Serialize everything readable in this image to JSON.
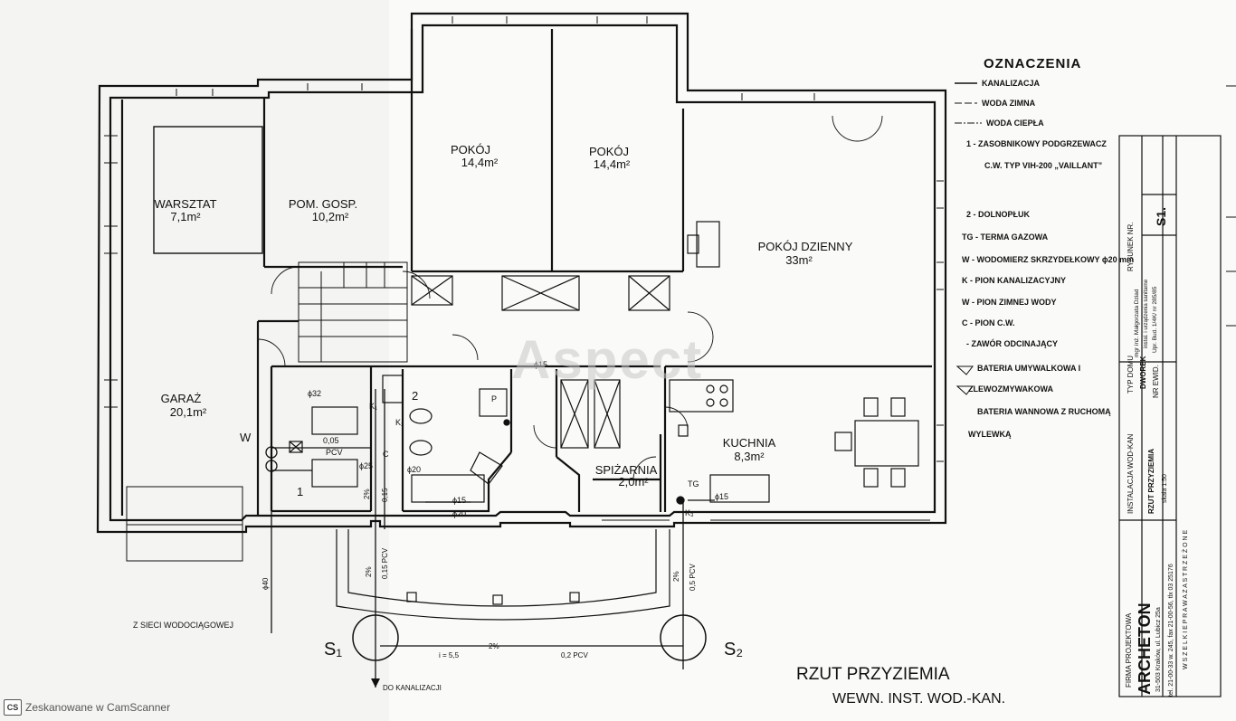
{
  "rooms": [
    {
      "id": "warsztat",
      "name": "WARSZTAT",
      "area": "7,1m²"
    },
    {
      "id": "pom-gosp",
      "name": "POM. GOSP.",
      "area": "10,2m²"
    },
    {
      "id": "pokoj-1",
      "name": "POKÓJ",
      "area": "14,4m²"
    },
    {
      "id": "pokoj-2",
      "name": "POKÓJ",
      "area": "14,4m²"
    },
    {
      "id": "pokoj-dzienny",
      "name": "POKÓJ DZIENNY",
      "area": "33m²"
    },
    {
      "id": "garaz",
      "name": "GARAŻ",
      "area": "20,1m²"
    },
    {
      "id": "kuchnia",
      "name": "KUCHNIA",
      "area": "8,3m²"
    },
    {
      "id": "spizarnia",
      "name": "SPIŻARNIA",
      "area": "2,0m²"
    }
  ],
  "annotations": {
    "w_label": "W",
    "phi32": "ϕ32",
    "pipe_005": "0,05",
    "pcv": "PCV",
    "phi25": "ϕ25",
    "phi20a": "ϕ20",
    "phi15a": "ϕ15",
    "phi15b": "ϕ15",
    "phi15c": "ϕ15",
    "phi20b": "ϕ20",
    "num1": "1",
    "num2": "2",
    "k1": "K₁",
    "k2": "K₂",
    "k3": "K₃",
    "c": "C",
    "p": "P",
    "tg": "TG",
    "slope1": "2%",
    "pipe015": "0,15",
    "slope2": "2%",
    "pipe015pcv": "0,15 PCV",
    "slope3": "2%",
    "pipe05pcv": "0,5 PCV",
    "phi40": "ϕ40",
    "from_water": "Z SIECI WODOCIĄGOWEJ",
    "s1": "S₁",
    "s2": "S₂",
    "i55": "i = 5,5",
    "slope4": "2%",
    "pcv02": "0,2 PCV",
    "to_sewer": "DO KANALIZACJI",
    "plan_title": "RZUT PRZYZIEMIA",
    "plan_subtitle": "WEWN. INST. WOD.-KAN."
  },
  "legend": {
    "title": "OZNACZENIA",
    "lines": [
      "KANALIZACJA",
      "WODA ZIMNA",
      "WODA CIEPŁA"
    ],
    "items": [
      "1 - ZASOBNIKOWY PODGRZEWACZ",
      "C.W. TYP VIH-200 „VAILLANT”",
      "2 - DOLNOPŁUK",
      "TG - TERMA GAZOWA",
      "W - WODOMIERZ SKRZYDEŁKOWY ϕ20 mm",
      "K - PION KANALIZACYJNY",
      "W - PION ZIMNEJ WODY",
      "C - PION C.W.",
      "- ZAWÓR ODCINAJĄCY",
      "BATERIA UMYWALKOWA I",
      "ZLEWOZMYWAKOWA",
      "BATERIA WANNOWA Z RUCHOMĄ",
      "WYLEWKĄ"
    ]
  },
  "title_block": {
    "firm_line": "FIRMA PROJEKTOWA",
    "firm_name": "ARCHETON",
    "address": "31-503 Kraków, ul. Lubicz 25a",
    "phone": "tel. 21-00-33 w. 245, fax 21-00-56, tlx 03 25176",
    "installation": "INSTALACJA WOD-KAN",
    "drawing_name": "RZUT PRZYZIEMIA",
    "scale": "skala 1:50",
    "house_type_label": "TYP DOMU",
    "house_type": "DWOREK",
    "designer": "mgr inż. Małgorzata Dziad",
    "specialty": "instal. i urządzenia sanitarne",
    "license": "Upr. Bud. 1/4K/ nr 285/85",
    "evid_label": "NR EWID.",
    "drawing_no_label": "RYSUNEK NR.",
    "drawing_no": "S1.",
    "reserved": "W S Z E L K I E   P R A W A   Z A S T R Z E Ż O N E"
  },
  "watermark": "Aspect",
  "scanner": {
    "icon": "CS",
    "text": "Zeskanowane w CamScanner"
  }
}
